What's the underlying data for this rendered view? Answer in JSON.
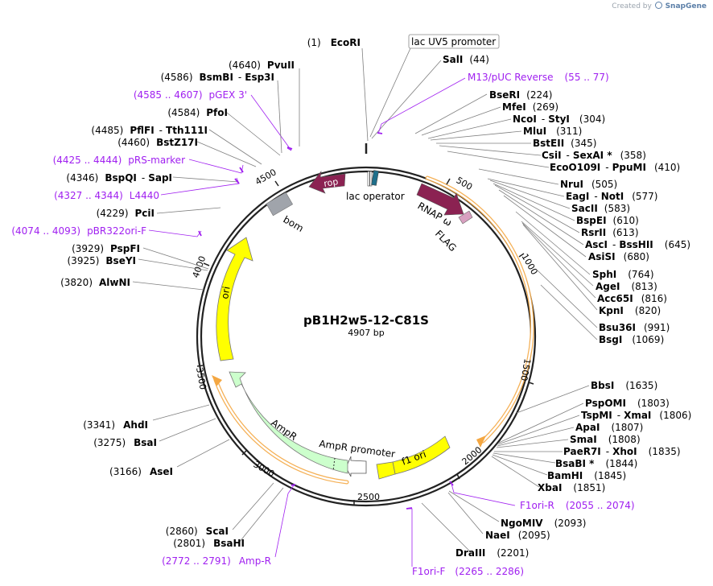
{
  "header": {
    "created_by": "Created by",
    "brand": "SnapGene"
  },
  "plasmid": {
    "name": "pB1H2w5-12-C81S",
    "length_label": "4907 bp"
  },
  "ticks": [
    "500",
    "1000",
    "1500",
    "2000",
    "2500",
    "3000",
    "3500",
    "4000",
    "4500"
  ],
  "features": {
    "rop": "rop",
    "lac_operator": "lac operator",
    "rnap_omega": "RNAP ω",
    "flag": "FLAG",
    "bom": "bom",
    "ori": "ori",
    "ampr": "AmpR",
    "ampr_promoter": "AmpR promoter",
    "f1_ori": "f1 ori"
  },
  "promoter_box": "lac UV5 promoter",
  "sites": {
    "ecori": {
      "pos": "(1)",
      "name": "EcoRI"
    },
    "sali": {
      "name": "SalI",
      "pos": "(44)"
    },
    "m13": {
      "name": "M13/pUC Reverse",
      "pos": "(55 .. 77)"
    },
    "bseri": {
      "name": "BseRI",
      "pos": "(224)"
    },
    "mfei": {
      "name": "MfeI",
      "pos": "(269)"
    },
    "ncoi": {
      "name": "NcoI",
      "dash": "-",
      "name2": "StyI",
      "pos": "(304)"
    },
    "mlui": {
      "name": "MluI",
      "pos": "(311)"
    },
    "bsteii": {
      "name": "BstEII",
      "pos": "(345)"
    },
    "csii": {
      "name": "CsiI",
      "dash": "-",
      "name2": "SexAI *",
      "pos": "(358)"
    },
    "eco": {
      "name": "EcoO109I",
      "dash": "-",
      "name2": "PpuMI",
      "pos": "(410)"
    },
    "nrui": {
      "name": "NruI",
      "pos": "(505)"
    },
    "eagi": {
      "name": "EagI",
      "dash": "-",
      "name2": "NotI",
      "pos": "(577)"
    },
    "sacii": {
      "name": "SacII",
      "pos": "(583)"
    },
    "bspei": {
      "name": "BspEI",
      "pos": "(610)"
    },
    "rsrii": {
      "name": "RsrII",
      "pos": "(613)"
    },
    "asci": {
      "name": "AscI",
      "dash": "-",
      "name2": "BssHII",
      "pos": "(645)"
    },
    "asisi": {
      "name": "AsiSI",
      "pos": "(680)"
    },
    "sphi": {
      "name": "SphI",
      "pos": "(764)"
    },
    "agei": {
      "name": "AgeI",
      "pos": "(813)"
    },
    "acc65i": {
      "name": "Acc65I",
      "pos": "(816)"
    },
    "kpni": {
      "name": "KpnI",
      "pos": "(820)"
    },
    "bsu36i": {
      "name": "Bsu36I",
      "pos": "(991)"
    },
    "bsgi": {
      "name": "BsgI",
      "pos": "(1069)"
    },
    "bbsi": {
      "name": "BbsI",
      "pos": "(1635)"
    },
    "pspomi": {
      "name": "PspOMI",
      "pos": "(1803)"
    },
    "tspmi": {
      "name": "TspMI",
      "dash": "-",
      "name2": "XmaI",
      "pos": "(1806)"
    },
    "apai": {
      "name": "ApaI",
      "pos": "(1807)"
    },
    "smai": {
      "name": "SmaI",
      "pos": "(1808)"
    },
    "paer7i": {
      "name": "PaeR7I",
      "dash": "-",
      "name2": "XhoI",
      "pos": "(1835)"
    },
    "bsabi": {
      "name": "BsaBI *",
      "pos": "(1844)"
    },
    "bamhi": {
      "name": "BamHI",
      "pos": "(1845)"
    },
    "xbai": {
      "name": "XbaI",
      "pos": "(1851)"
    },
    "f1orir": {
      "name": "F1ori-R",
      "pos": "(2055 .. 2074)"
    },
    "ngomiv": {
      "name": "NgoMIV",
      "pos": "(2093)"
    },
    "naei": {
      "name": "NaeI",
      "pos": "(2095)"
    },
    "draiii": {
      "name": "DraIII",
      "pos": "(2201)"
    },
    "f1orif": {
      "name": "F1ori-F",
      "pos": "(2265 .. 2286)"
    },
    "ampr_primer": {
      "pos": "(2772 .. 2791)",
      "name": "Amp-R"
    },
    "bsahi": {
      "pos": "(2801)",
      "name": "BsaHI"
    },
    "scai": {
      "pos": "(2860)",
      "name": "ScaI"
    },
    "asei": {
      "pos": "(3166)",
      "name": "AseI"
    },
    "bsai": {
      "pos": "(3275)",
      "name": "BsaI"
    },
    "ahdi": {
      "pos": "(3341)",
      "name": "AhdI"
    },
    "alwni": {
      "pos": "(3820)",
      "name": "AlwNI"
    },
    "bseyi": {
      "pos": "(3925)",
      "name": "BseYI"
    },
    "pspfi": {
      "pos": "(3929)",
      "name": "PspFI"
    },
    "pbr322": {
      "pos": "(4074 .. 4093)",
      "name": "pBR322ori-F"
    },
    "pcii": {
      "pos": "(4229)",
      "name": "PciI"
    },
    "l4440": {
      "pos": "(4327 .. 4344)",
      "name": "L4440"
    },
    "bspqi": {
      "pos": "(4346)",
      "name": "BspQI",
      "dash": "-",
      "name2": "SapI"
    },
    "prs": {
      "pos": "(4425 .. 4444)",
      "name": "pRS-marker"
    },
    "bstz17i": {
      "pos": "(4460)",
      "name": "BstZ17I"
    },
    "pflfi": {
      "pos": "(4485)",
      "name": "PflFI",
      "dash": "-",
      "name2": "Tth111I"
    },
    "pfoi": {
      "pos": "(4584)",
      "name": "PfoI"
    },
    "pgex": {
      "pos": "(4585 .. 4607)",
      "name": "pGEX 3'"
    },
    "bsmbi": {
      "pos": "(4586)",
      "name": "BsmBI",
      "dash": "-",
      "name2": "Esp3I"
    },
    "pvuii": {
      "pos": "(4640)",
      "name": "PvuII"
    }
  },
  "colors": {
    "backbone": "#222222",
    "primer": "#a020f0",
    "leader": "#7f7f7f",
    "ori": "#ffff00",
    "ampr": "#ccffcc",
    "rop": "#8b2252",
    "rnap": "#8b2252",
    "flag": "#d8a0c0",
    "bom": "#a0a4ab",
    "lac_operator": "#1f6f8b",
    "orf_highlight": "#f4a742"
  }
}
